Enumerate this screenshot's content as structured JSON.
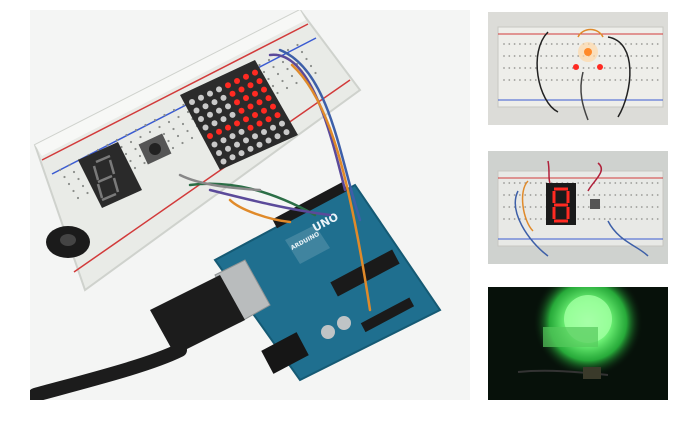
{
  "board": {
    "logo_text": "UNO",
    "brand_text": "ARDUINO"
  },
  "colors": {
    "board_blue": "#1f6f8f",
    "breadboard": "#eeeeea",
    "led_red": "#ff2a22",
    "glow_green": "#4dff66",
    "wire_purple": "#5b4a9a",
    "wire_orange": "#e08a2a"
  },
  "scenes": [
    {
      "id": "main",
      "subject": "arduino-uno-with-breadboard"
    },
    {
      "id": "thumb1",
      "subject": "leds-on-breadboard"
    },
    {
      "id": "thumb2",
      "subject": "seven-segment-display"
    },
    {
      "id": "thumb3",
      "subject": "green-glowing-light"
    }
  ]
}
